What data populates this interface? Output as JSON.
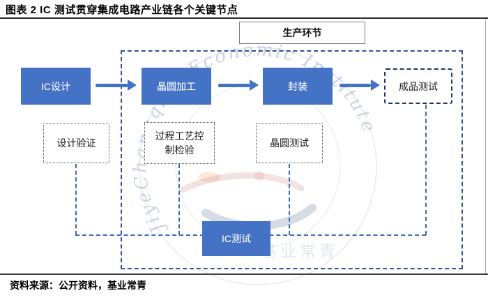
{
  "header": {
    "title": "图表 2 IC 测试贯穿集成电路产业链各个关键节点"
  },
  "production_section": {
    "label": "生产环节"
  },
  "flow": {
    "ic_design": "IC设计",
    "wafer_processing": "晶圆加工",
    "packaging": "封装",
    "final_test": "成品测试",
    "design_verification": "设计验证",
    "process_control_line1": "过程工艺控",
    "process_control_line2": "制检验",
    "wafer_test": "晶圆测试",
    "ic_test": "IC测试"
  },
  "watermark": {
    "ring_text": "JiyeChangqing Economic Institute",
    "center_text": "基业常青"
  },
  "footer": {
    "source": "资料来源：公开资料，基业常青"
  },
  "colors": {
    "node_blue": "#4472c4",
    "connector_blue": "#3e6cb5",
    "container_border_blue": "#2f5496",
    "final_test_border_navy": "#1f3864",
    "dotted_box_border": "#4d4d4d"
  }
}
